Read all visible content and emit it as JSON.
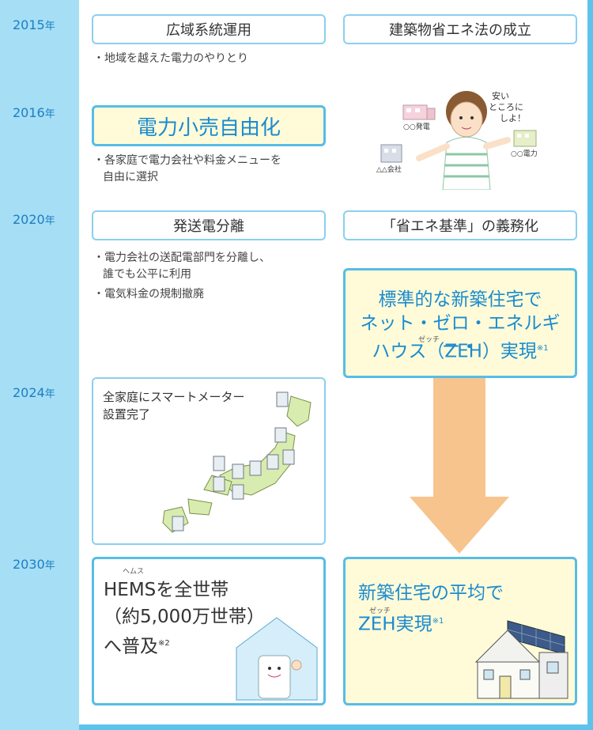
{
  "years": {
    "y2015": "2015",
    "y2016": "2016",
    "y2020": "2020",
    "y2024": "2024",
    "y2030": "2030",
    "suffix": "年"
  },
  "row2015": {
    "left_title": "広域系統運用",
    "left_note": "・地域を越えた電力のやりとり",
    "right_title": "建築物省エネ法の成立"
  },
  "row2016": {
    "left_title": "電力小売自由化",
    "left_note_1": "・各家庭で電力会社や料金メニューを",
    "left_note_2": "自由に選択",
    "illus": {
      "speech_1": "安い",
      "speech_2": "ところに",
      "speech_3": "しよ！",
      "label_a": "○○発電",
      "label_b": "△△会社",
      "label_c": "○○電力"
    }
  },
  "row2020": {
    "left_title": "発送電分離",
    "left_note_1": "・電力会社の送配電部門を分離し、",
    "left_note_2": "誰でも公平に利用",
    "left_note_3": "・電気料金の規制撤廃",
    "right_title": "「省エネ基準」の義務化",
    "zeh_line1": "標準的な新築住宅で",
    "zeh_line2": "ネット・ゼロ・エネルギー・",
    "zeh_line3a": "ハウス（ZEH）実現",
    "zeh_note": "※1",
    "zeh_ruby": "ゼッチ"
  },
  "row2024": {
    "map_title_1": "全家庭にスマートメーター",
    "map_title_2": "設置完了"
  },
  "row2030": {
    "hems_ruby": "ヘムス",
    "hems_line1": "HEMSを全世帯",
    "hems_line2": "（約5,000万世帯）",
    "hems_line3": "へ普及",
    "hems_note": "※2",
    "zeh2_line1": "新築住宅の平均で",
    "zeh2_line2": "ZEH実現",
    "zeh2_note": "※1",
    "zeh2_ruby": "ゼッチ"
  },
  "colors": {
    "frame": "#5ec3ea",
    "year_column": "#a6def5",
    "accent_text": "#1b8bd0",
    "highlight_fill": "#fffbd8",
    "arrow": "#f7c48e"
  }
}
